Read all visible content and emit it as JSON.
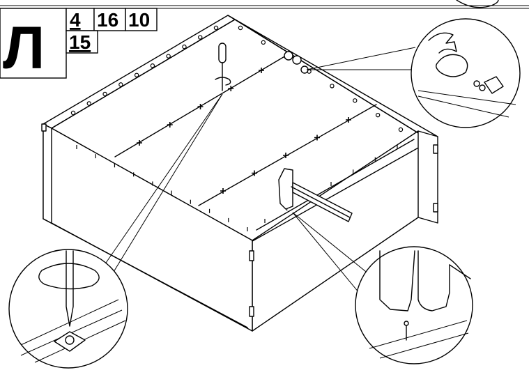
{
  "header": {
    "step_letter": "Л",
    "part_numbers": [
      "4",
      "16",
      "10",
      "15"
    ]
  },
  "figure": {
    "main": "drawer-box-assembly-isometric",
    "callouts": [
      "screw-detail",
      "handle-detail",
      "nail-detail"
    ],
    "tools": [
      "screwdriver-icon",
      "hammer-icon"
    ]
  }
}
